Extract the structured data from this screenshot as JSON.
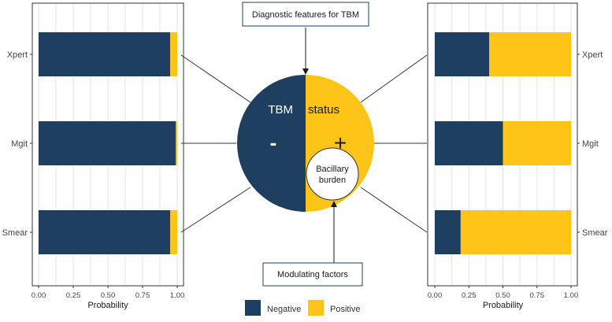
{
  "colors": {
    "negative": "#1e3f5f",
    "positive": "#fec417",
    "white": "#ffffff",
    "frame": "#333333",
    "grid": "#e3e3e3",
    "box_border": "#1e3f5f"
  },
  "top_box": "Diagnostic features for TBM",
  "bottom_box": "Modulating factors",
  "circle": {
    "label_left": "TBM",
    "label_right": "status",
    "minus_sign": "-",
    "plus_sign": "+",
    "inner_line1": "Bacillary",
    "inner_line2": "burden"
  },
  "legend": {
    "negative": "Negative",
    "positive": "Positive"
  },
  "chart_data": [
    {
      "type": "bar",
      "orientation": "horizontal",
      "stacked": true,
      "categories": [
        "Xpert",
        "Mgit",
        "Smear"
      ],
      "series": [
        {
          "name": "Negative",
          "values": [
            0.95,
            0.99,
            0.95
          ]
        },
        {
          "name": "Positive",
          "values": [
            0.05,
            0.01,
            0.05
          ]
        }
      ],
      "xlabel": "Probability",
      "xticks": [
        "0.00",
        "0.25",
        "0.50",
        "0.75",
        "1.00"
      ],
      "xlim": [
        0,
        1
      ],
      "category_labels_side": "left"
    },
    {
      "type": "bar",
      "orientation": "horizontal",
      "stacked": true,
      "categories": [
        "Xpert",
        "Mgit",
        "Smear"
      ],
      "series": [
        {
          "name": "Negative",
          "values": [
            0.4,
            0.5,
            0.19
          ]
        },
        {
          "name": "Positive",
          "values": [
            0.6,
            0.5,
            0.81
          ]
        }
      ],
      "xlabel": "Probability",
      "xticks": [
        "0.00",
        "0.25",
        "0.50",
        "0.75",
        "1.00"
      ],
      "xlim": [
        0,
        1
      ],
      "category_labels_side": "right"
    }
  ]
}
